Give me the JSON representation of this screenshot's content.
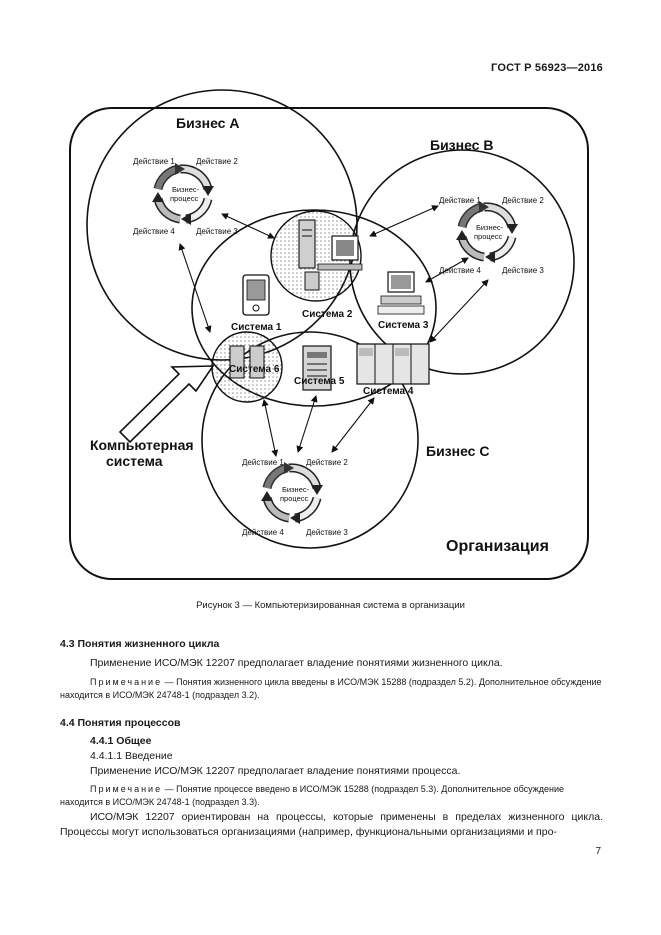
{
  "header": {
    "standard": "ГОСТ Р 56923—2016"
  },
  "figure": {
    "business_a": "Бизнес А",
    "business_b": "Бизнес В",
    "business_c": "Бизнес С",
    "organization": "Организация",
    "computer_system_line1": "Компьютерная",
    "computer_system_line2": "система",
    "system1": "Система 1",
    "system2": "Система 2",
    "system3": "Система 3",
    "system4": "Система 4",
    "system5": "Система 5",
    "system6": "Система 6",
    "action1": "Действие 1",
    "action2": "Действие 2",
    "action3": "Действие 3",
    "action4": "Действие 4",
    "process_line1": "Бизнес-",
    "process_line2": "процесс"
  },
  "caption": "Рисунок 3 — Компьютеризированная система в организации",
  "sections": {
    "s43_title": "4.3 Понятия жизненного цикла",
    "s43_text": "Применение ИСО/МЭК 12207 предполагает владение понятиями жизненного цикла.",
    "note_label": "Примечание",
    "s43_note": " — Понятия жизненного цикла введены в ИСО/МЭК 15288 (подраздел 5.2). Дополнительное обсуждение находится в ИСО/МЭК 24748-1 (подраздел 3.2).",
    "s44_title": "4.4 Понятия процессов",
    "s441_title": "4.4.1 Общее",
    "s4411_title": "4.4.1.1 Введение",
    "s4411_text": "Применение ИСО/МЭК 12207 предполагает владение понятиями процесса.",
    "s4411_note": " — Понятие процессе введено в ИСО/МЭК 15288 (подраздел 5.3). Дополнительное обсуждение находится в ИСО/МЭК 24748-1 (подраздел 3.3).",
    "s4411_para": "ИСО/МЭК 12207 ориентирован на процессы, которые применены в пределах жизненного цикла. Процессы могут использоваться организациями (например, функциональными организациями и про-"
  },
  "page_number": "7"
}
